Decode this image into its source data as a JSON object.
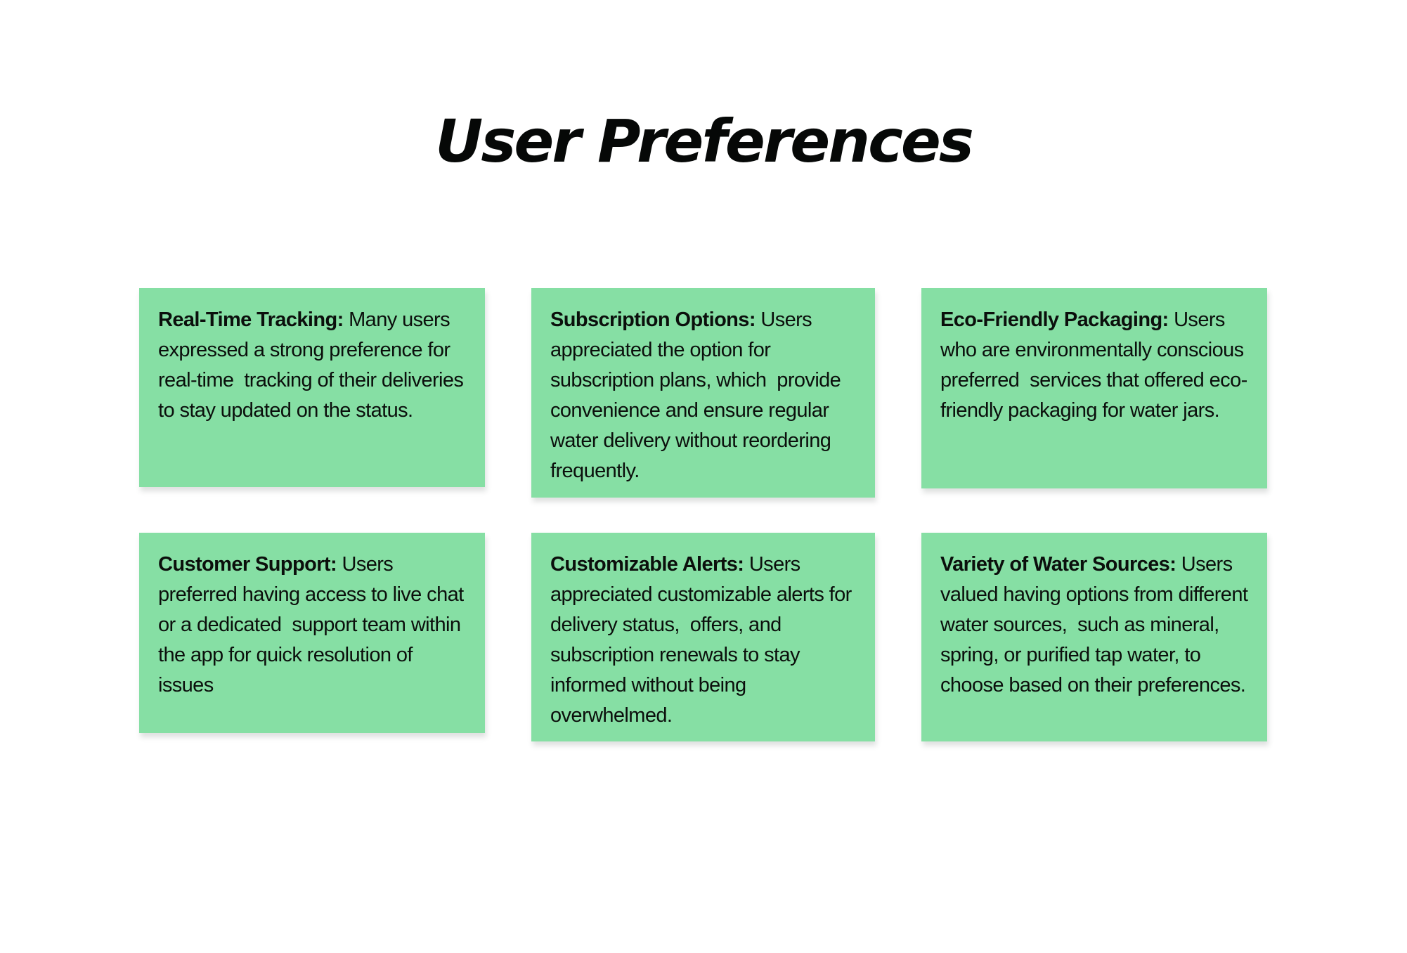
{
  "title": "User Preferences",
  "colors": {
    "background": "#ffffff",
    "card_background": "#86dfa4",
    "card_text": "#0b0f0c",
    "title_text": "#060807"
  },
  "cards": [
    {
      "heading": "Real-Time Tracking:",
      "body": " Many users expressed a strong preference for real-time  tracking of their deliveries to stay updated on the status."
    },
    {
      "heading": "Subscription Options:",
      "body": " Users appreciated the option for subscription plans, which  provide convenience and ensure regular water delivery without reordering frequently."
    },
    {
      "heading": "Eco-Friendly Packaging:",
      "body": " Users who are environmentally conscious preferred  services that offered eco-friendly packaging for water jars."
    },
    {
      "heading": "Customer Support:",
      "body": " Users preferred having access to live chat or a dedicated  support team within the app for quick resolution of issues"
    },
    {
      "heading": "Customizable Alerts:",
      "body": " Users appreciated customizable alerts for delivery status,  offers, and subscription renewals to stay informed without being overwhelmed."
    },
    {
      "heading": "Variety of Water Sources:",
      "body": " Users valued having options from different water sources,  such as mineral, spring, or purified tap water, to choose based on their preferences."
    }
  ]
}
